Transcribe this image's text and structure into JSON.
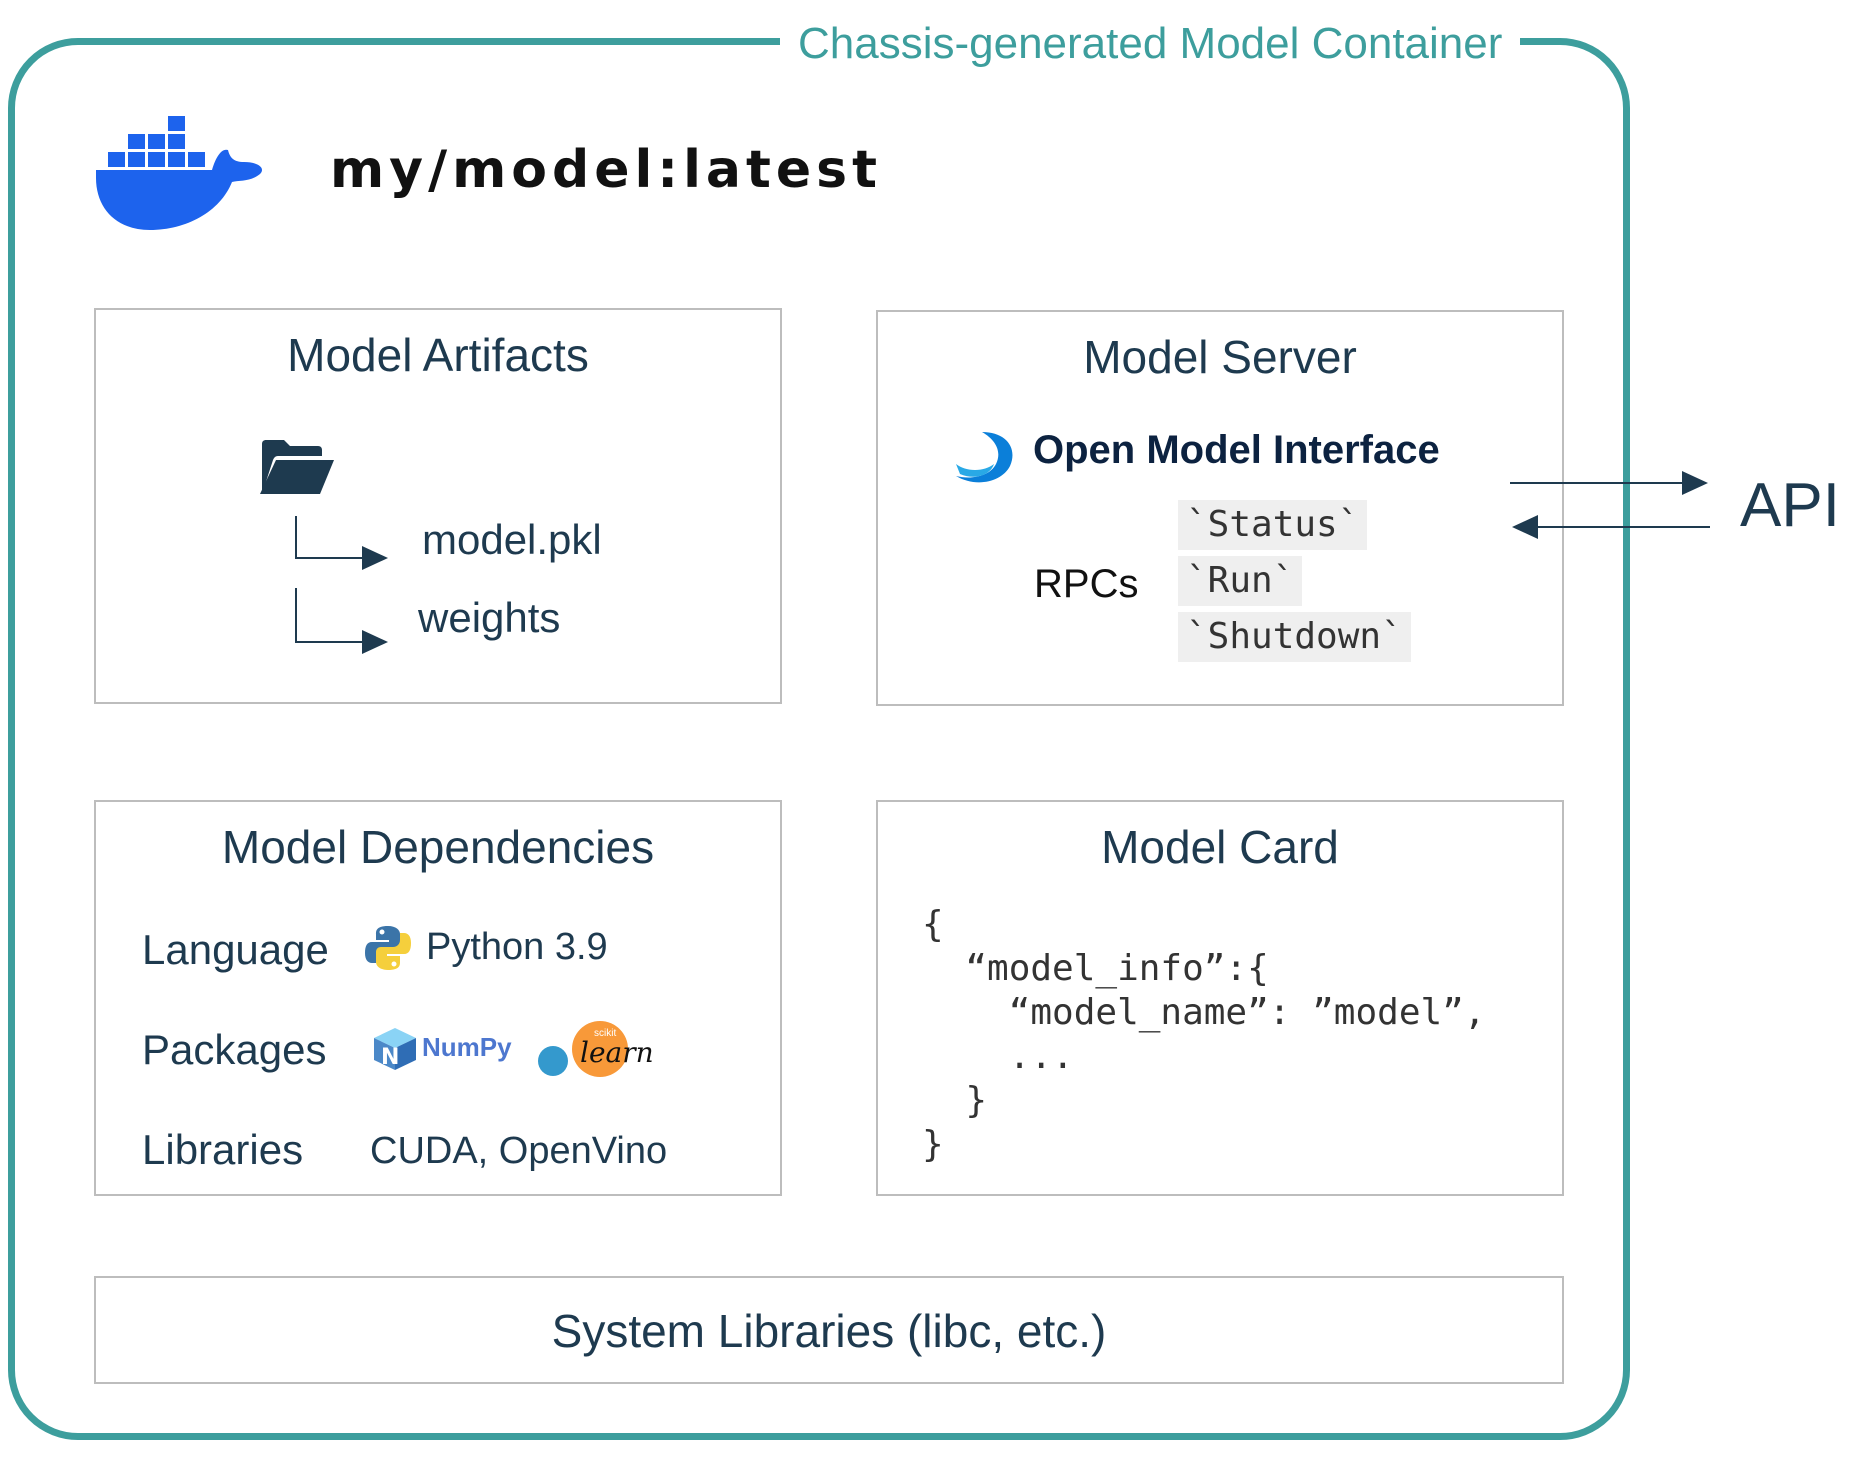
{
  "container": {
    "title": "Chassis-generated Model Container"
  },
  "image": {
    "tag": "my/model:latest",
    "logo_icon": "docker-whale-icon"
  },
  "artifacts": {
    "title": "Model Artifacts",
    "folder_icon": "folder-open-icon",
    "files": [
      "model.pkl",
      "weights"
    ]
  },
  "server": {
    "title": "Model Server",
    "omi_logo_text": "Open Model Interface",
    "rpcs_label": "RPCs",
    "rpcs": [
      "`Status`",
      "`Run`",
      "`Shutdown`"
    ]
  },
  "api": {
    "label": "API"
  },
  "dependencies": {
    "title": "Model Dependencies",
    "rows": [
      {
        "label": "Language",
        "value": "Python 3.9"
      },
      {
        "label": "Packages",
        "numpy_text": "NumPy",
        "sklearn_text": "learn",
        "sklearn_small": "scikit"
      },
      {
        "label": "Libraries",
        "value": "CUDA, OpenVino"
      }
    ]
  },
  "card": {
    "title": "Model Card",
    "lines": [
      "{",
      "  “model_info”:{",
      "    “model_name”: ”model”,",
      "    ...",
      "  }",
      "}"
    ]
  },
  "system": {
    "label": "System Libraries (libc, etc.)"
  },
  "colors": {
    "accent": "#3d9e9d",
    "docker": "#1d63ed",
    "navy": "#1e3a4f"
  }
}
